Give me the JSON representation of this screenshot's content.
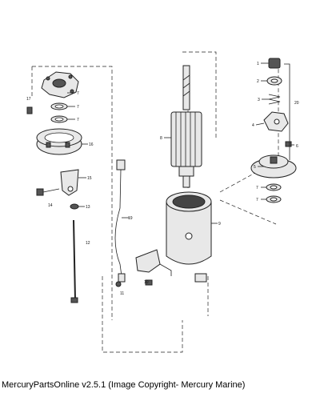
{
  "callouts": {
    "c1": "1",
    "c2": "2",
    "c3": "3",
    "c4": "4",
    "c5": "5",
    "c6": "6",
    "c7": "7",
    "c7b": "7",
    "c7c": "7",
    "c7d": "7",
    "c7e": "7",
    "c8": "8",
    "c9": "9",
    "c10": "10",
    "c11": "11",
    "c12": "12",
    "c13": "13",
    "c14": "14",
    "c15": "15",
    "c16": "16",
    "c17": "17",
    "c19": "19",
    "c20": "20"
  },
  "footer": {
    "text": "MercuryPartsOnline v2.5.1 (Image Copyright- Mercury Marine)"
  }
}
